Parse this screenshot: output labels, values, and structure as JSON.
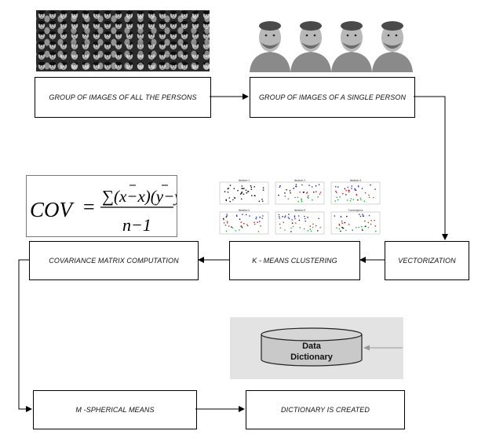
{
  "nodes": {
    "all_persons": "GROUP OF IMAGES OF ALL THE PERSONS",
    "single_person": "GROUP OF IMAGES OF A SINGLE PERSON",
    "vectorization": "VECTORIZATION",
    "kmeans": "K - MEANS CLUSTERING",
    "covariance": "COVARIANCE MATRIX COMPUTATION",
    "spherical": "M -SPHERICAL MEANS",
    "dictionary": "DICTIONARY IS CREATED"
  },
  "database": {
    "line1": "Data",
    "line2": "Dictionary"
  },
  "formula": {
    "lhs": "COV",
    "equals": "=",
    "numerator": "∑(x−x)(y−y)",
    "denominator": "n−1"
  },
  "plots": {
    "titles": [
      "Iteration 1",
      "Iteration 2",
      "Iteration 3",
      "Iteration 4",
      "Iteration 5",
      "Convergence"
    ]
  },
  "colors": {
    "formula_border": "#5a7fa8",
    "cylinder_fill": "#c9c9c9",
    "panel_bg": "#e3e3e3",
    "cluster_blue": "#2233cc",
    "cluster_red": "#cc2222",
    "cluster_green": "#22aa33"
  }
}
